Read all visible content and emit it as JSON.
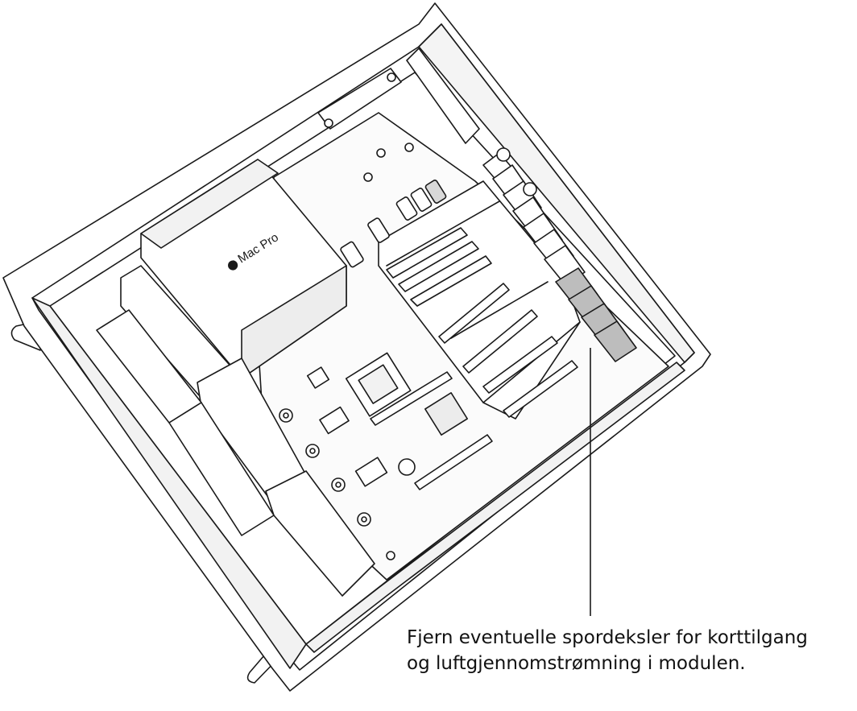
{
  "illustration": {
    "device_label": "Mac Pro",
    "logo_icon": "apple-logo-icon"
  },
  "callout": {
    "line1": "Fjern eventuelle spordeksler for korttilgang",
    "line2": "og luftgjennomstrømning i modulen."
  },
  "colors": {
    "stroke": "#1a1a1a",
    "fill": "#ffffff",
    "shade": "#e9e9e9",
    "highlight": "#bdbdbd"
  }
}
